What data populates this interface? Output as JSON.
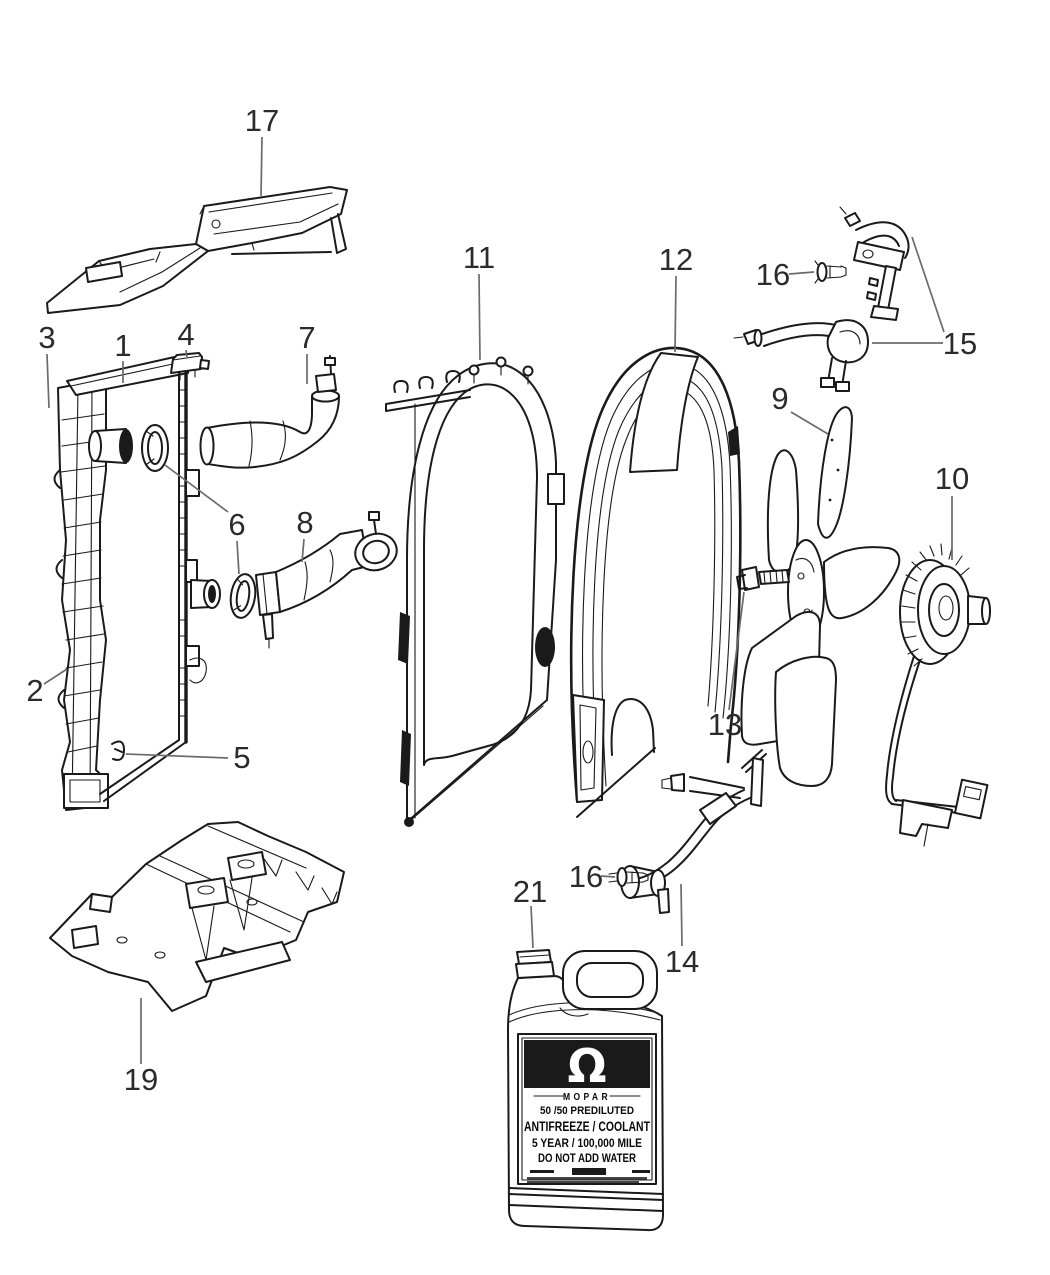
{
  "callouts": {
    "1": "1",
    "2": "2",
    "3": "3",
    "4": "4",
    "5": "5",
    "6": "6",
    "7": "7",
    "8": "8",
    "9": "9",
    "10": "10",
    "11": "11",
    "12": "12",
    "13": "13",
    "14": "14",
    "15": "15",
    "16a": "16",
    "16b": "16",
    "17": "17",
    "19": "19",
    "21": "21"
  },
  "jug": {
    "logo_icon": "mopar-omega-logo",
    "logo_glyph": "Ω",
    "brand": "MOPAR",
    "line1": "50 /50 PREDILUTED",
    "line2": "ANTIFREEZE / COOLANT",
    "line3": "5 YEAR / 100,000 MILE",
    "line4": "DO NOT ADD WATER"
  },
  "colors": {
    "background": "#ffffff",
    "line": "#1a1a1a",
    "leader": "#6b6b6b",
    "label_text": "#2b2b2b",
    "jug_band": "#111111"
  }
}
